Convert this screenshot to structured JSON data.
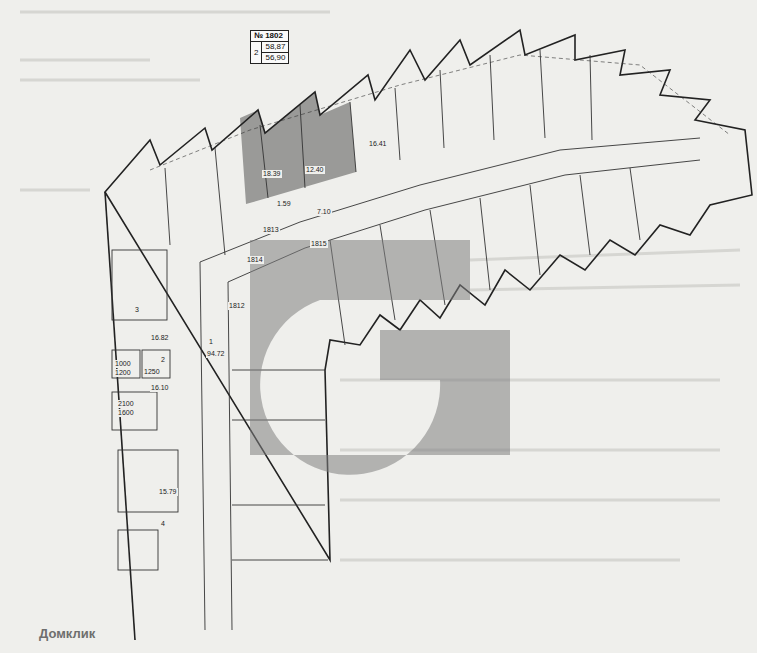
{
  "diagram": {
    "nodes": [
      {
        "text": [
          "№ 1802",
          "2",
          "58,87",
          "56,90"
        ]
      }
    ],
    "labels": [
      "18.39",
      "12.40",
      "16.41",
      "7.10",
      "1.59",
      "1813",
      "1815",
      "1814",
      "1812",
      "1",
      "94.72",
      "2",
      "16.10",
      "3",
      "16.82",
      "1000",
      "1200",
      "1250",
      "2100",
      "1600",
      "15.79",
      "4",
      "Домклик"
    ]
  }
}
